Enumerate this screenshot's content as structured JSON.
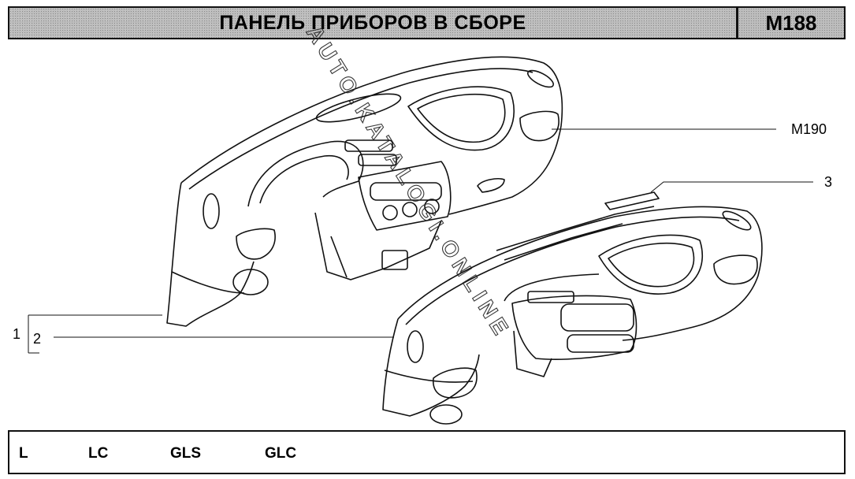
{
  "header": {
    "title": "ПАНЕЛЬ ПРИБОРОВ В СБОРЕ",
    "code": "M188"
  },
  "callouts": {
    "ref_panel": "M190",
    "item_1": "1",
    "item_2": "2",
    "item_3": "3"
  },
  "footer": {
    "variants": [
      "L",
      "LC",
      "GLS",
      "GLC"
    ]
  },
  "watermark": "AUTO.KATALOGI.ONLINE"
}
